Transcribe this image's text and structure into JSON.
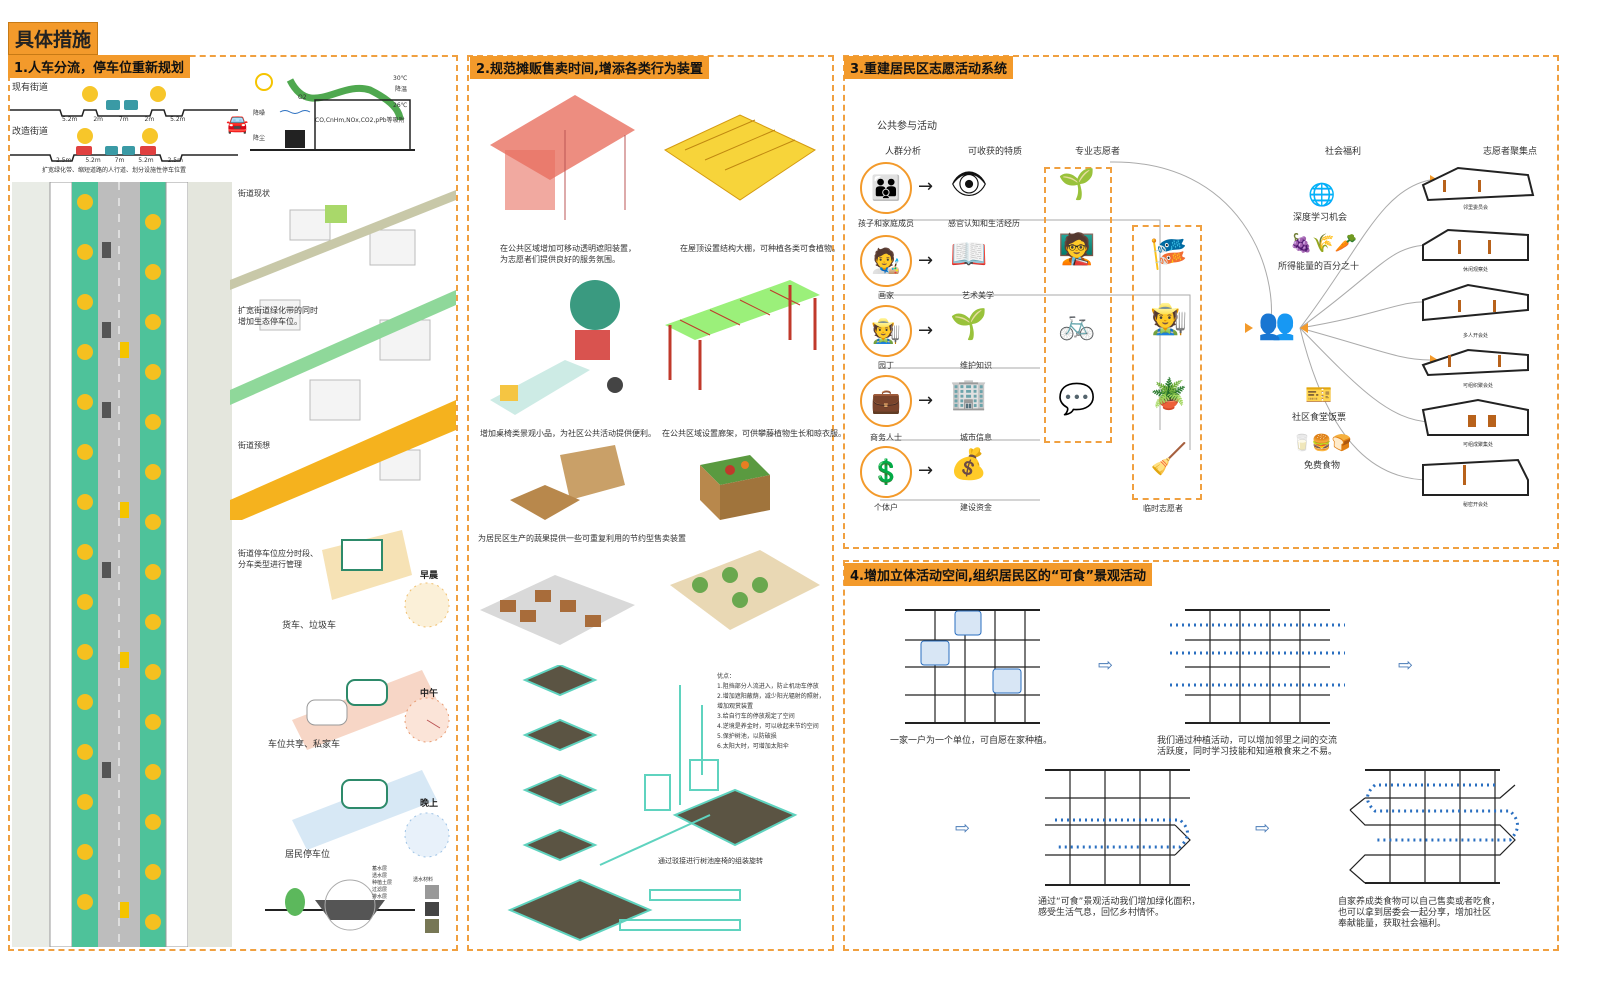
{
  "title": "具体措施",
  "s1": {
    "header": "1.人车分流，停车位重新规划",
    "existing": "现有街道",
    "renovated": "改造街道",
    "dims_existing": [
      "5.2m",
      "2m",
      "7m",
      "2m",
      "5.2m"
    ],
    "dims_renovated": [
      "2.5m",
      "5.2m",
      "7m",
      "5.2m",
      "2.5m"
    ],
    "section_caption": "扩宽绿化带、缩短道路的人行道、划分设施性停车位置",
    "climate": {
      "t_high": "30℃",
      "cool": "降温",
      "t_low": "26℃",
      "noise": "降噪",
      "dust": "降尘",
      "o2": "O2",
      "pollutants": "CO,CnHm,NOx,CO2,pPb等吸附"
    },
    "street_now": "街道现状",
    "widen": "扩宽街道绿化带的同时\n增加生态停车位。",
    "street_future": "街道预想",
    "parking_mgmt": "街道停车位应分时段、\n分车类型进行管理",
    "morning": "早晨",
    "morning_use": "货车、垃圾车",
    "noon": "中午",
    "noon_use": "车位共享、私家车",
    "evening": "晚上",
    "evening_use": "居民停车位",
    "detail_labels": [
      "蓄水层",
      "透水层",
      "种植土层",
      "过滤层",
      "排水层",
      "透水材料"
    ]
  },
  "s2": {
    "header": "2.规范摊贩售卖时间,增添各类行为装置",
    "captions": [
      "在公共区域增加可移动透明遮阳装置，\n为志愿者们提供良好的服务氛围。",
      "在屋顶设置结构大棚，可种植各类可食植物。",
      "增加桌椅类景观小品，为社区公共活动提供便利。",
      "在公共区域设置廊架，可供攀藤植物生长和晾衣服。",
      "为居民区生产的蔬果提供一些可重复利用的节约型售卖装置",
      "通过驳接进行树池座椅的组装旋转"
    ],
    "advantages": [
      "优点：",
      "1.阻挡部分人流进入，防止机动车停放",
      "2.增加遮阳蔽荫，减少阳光辐射的照射，",
      "增加观赏装置",
      "3.给自行车的停放规定了空间",
      "4.逆境是养金时，可以收起来节约空间",
      "5.保护树池，以防破损",
      "6.太阳大时，可增加太阳伞"
    ]
  },
  "s3": {
    "header": "3.重建居民区志愿活动系统",
    "sub": "公共参与活动",
    "cols": [
      "人群分析",
      "可收获的特质",
      "专业志愿者",
      "社会福利",
      "志愿者聚集点"
    ],
    "rows": [
      {
        "who": "孩子和家庭成员",
        "gain": "感官认知和生活经历"
      },
      {
        "who": "画家",
        "gain": "艺术美学"
      },
      {
        "who": "园丁",
        "gain": "维护知识"
      },
      {
        "who": "商务人士",
        "gain": "城市信息"
      },
      {
        "who": "个体户",
        "gain": "建设资金"
      }
    ],
    "temp": "临时志愿者",
    "welfare": [
      "深度学习机会",
      "所得能量的百分之十",
      "社区食堂饭票",
      "免费食物"
    ],
    "points": [
      "邻里委员会",
      "休闲观察处",
      "多人开会处",
      "可组织聚会处",
      "可组成聚集处",
      "秘密开会处"
    ]
  },
  "s4": {
    "header": "4.增加立体活动空间,组织居民区的“可食”景观活动",
    "captions": [
      "一家一户为一个单位，可自愿在家种植。",
      "我们通过种植活动，可以增加邻里之间的交流\n活跃度，同时学习技能和知道粮食来之不易。",
      "通过“可食”景观活动我们增加绿化面积，\n感受生活气息，回忆乡村情怀。",
      "自家养成类食物可以自己售卖或者吃食，\n也可以拿到居委会一起分享，增加社区\n奉献能量，获取社会福利。"
    ]
  },
  "colors": {
    "accent": "#f39a2b",
    "green": "#2fae6a",
    "blue": "#2a6fc0",
    "teal": "#5fd3bf"
  }
}
